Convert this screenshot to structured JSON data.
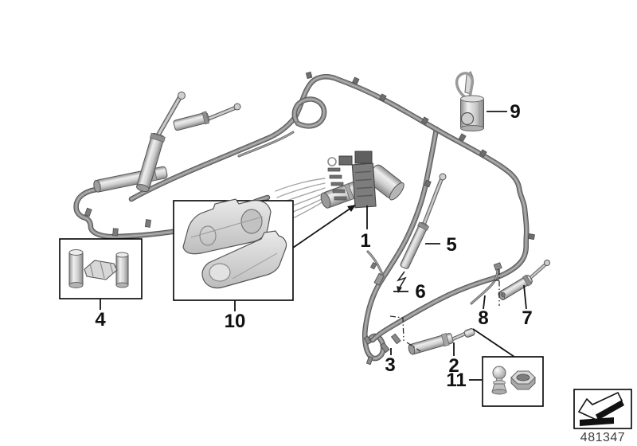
{
  "diagram": {
    "callouts": {
      "c1": "1",
      "c2": "2",
      "c3": "3",
      "c4": "4",
      "c5": "5",
      "c6": "6",
      "c7": "7",
      "c8": "8",
      "c9": "9",
      "c10": "10",
      "c11": "11"
    },
    "footer": {
      "code": "481347"
    },
    "icons": [
      {
        "name": "direction-of-travel-arrow-icon"
      }
    ],
    "colors": {
      "background": "#ffffff",
      "line": "#141414",
      "hose": "#8d8d8d",
      "hose_shadow": "#565656",
      "metal_light": "#ececec",
      "metal": "#c9c9c9",
      "metal_dark": "#8f8f8f",
      "code_text": "#3d3d3d"
    }
  }
}
